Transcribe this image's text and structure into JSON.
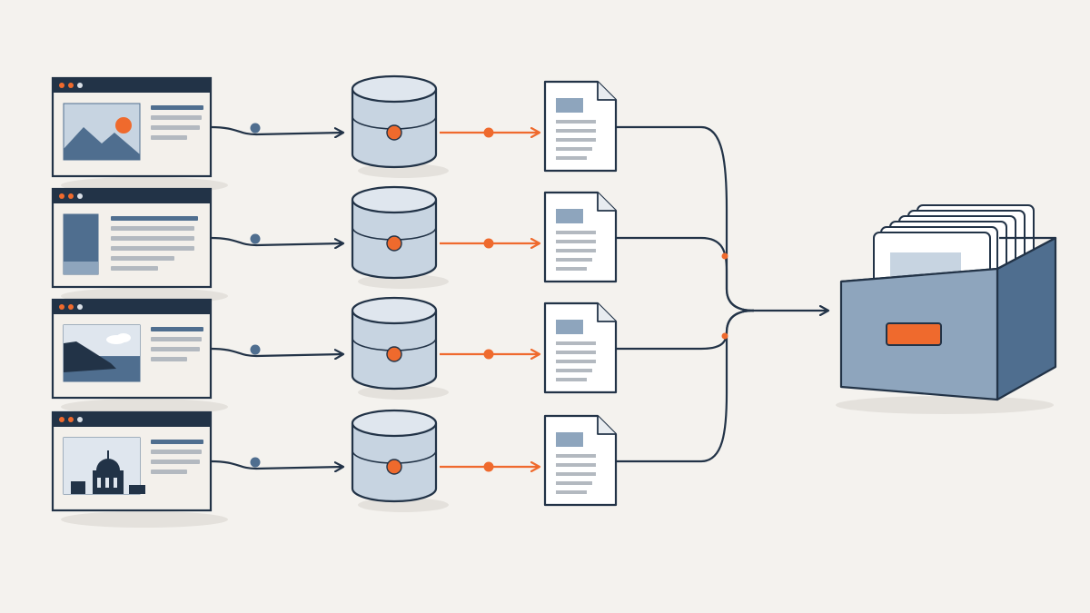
{
  "diagram": {
    "type": "pipeline",
    "rows": [
      {
        "source": "browser-window",
        "thumbnail": "mountain-sun-image"
      },
      {
        "source": "browser-window",
        "thumbnail": "text-column-image"
      },
      {
        "source": "browser-window",
        "thumbnail": "coastline-image"
      },
      {
        "source": "browser-window",
        "thumbnail": "domed-building-image"
      }
    ],
    "stages": [
      "browser-window",
      "database-cylinder",
      "document-page",
      "file-box"
    ],
    "colors": {
      "background": "#f4f2ee",
      "navy": "#223347",
      "slate": "#4f6e8f",
      "steel": "#8ea5bd",
      "light_blue": "#c7d4e1",
      "pale": "#dfe6ee",
      "orange": "#ef6a2d",
      "paper": "#ffffff",
      "window_bg": "#f3f0eb",
      "line_gray": "#b3b9c0"
    },
    "icons": [
      "browser-window-icon",
      "database-icon",
      "document-icon",
      "file-box-icon",
      "arrow-right-icon"
    ]
  }
}
